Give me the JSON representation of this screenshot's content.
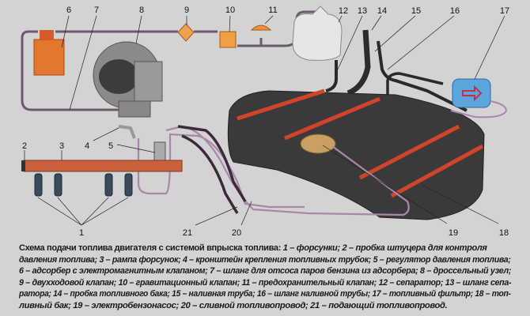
{
  "callouts": {
    "n1": "1",
    "n2": "2",
    "n3": "3",
    "n4": "4",
    "n5": "5",
    "n6": "6",
    "n7": "7",
    "n8": "8",
    "n9": "9",
    "n10": "10",
    "n11": "11",
    "n12": "12",
    "n13": "13",
    "n14": "14",
    "n15": "15",
    "n16": "16",
    "n17": "17",
    "n18": "18",
    "n19": "19",
    "n20": "20",
    "n21": "21"
  },
  "colors": {
    "background": "#d3d3d3",
    "tank": "#3a3a3a",
    "stripe": "#d0452a",
    "adsorber": "#e0742c",
    "filter": "#5aa6dd",
    "pipe": "#a887a8"
  },
  "caption": {
    "title": "Схема подачи топлива двигателя с системой впрыска топлива:",
    "lines": [
      " 1 – форсунки; 2 – пробка штуцера для контроля",
      "давления топлива; 3 – рампа форсунок; 4 – кронштейн крепления топливных трубок; 5 – регулятор давления топлива;",
      "6 – адсорбер с электромагнитным клапаном; 7 – шланг для отсоса паров бензина из адсорбера; 8 – дроссельный узел;",
      "9 – двухходовой клапан; 10 – гравитационный клапан; 11 – предохранительный клапан; 12 – сепаратор; 13 – шланг сепа-",
      "ратора; 14 – пробка топливного бака; 15 – наливная труба; 16 – шланг наливной трубы; 17 – топливный фильтр; 18 – топ-",
      "ливный бак; 19 – электробензонасос; 20 – сливной топливопровод; 21 – подающий топливопровод."
    ]
  }
}
